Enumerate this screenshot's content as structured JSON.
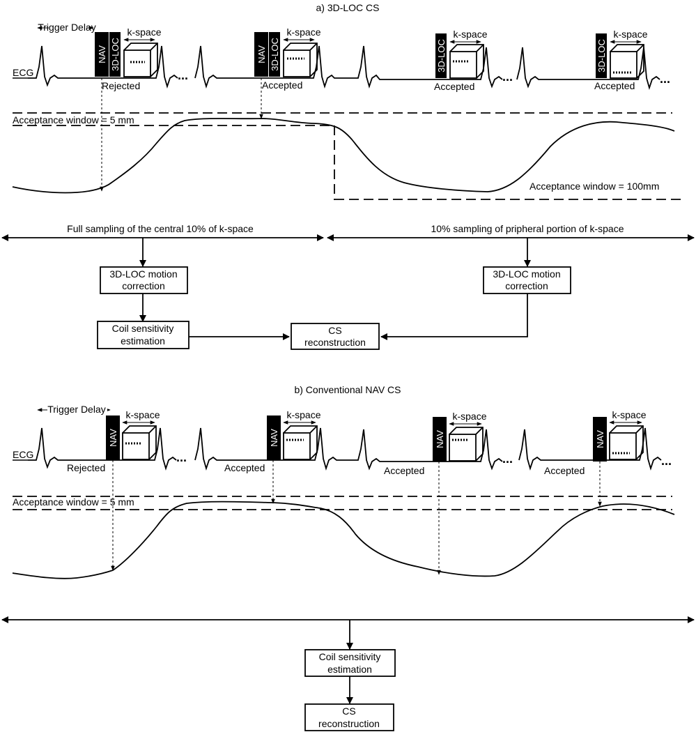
{
  "panel_a": {
    "title": "a) 3D-LOC CS",
    "trigger_delay": "Trigger Delay",
    "ecg": "ECG",
    "nav": "NAV",
    "loc": "3D-LOC",
    "kspace": "k-space",
    "ellipsis": "...",
    "status": [
      "Rejected",
      "Accepted",
      "Accepted",
      "Accepted"
    ],
    "acceptance_window_small": "Acceptance window = 5 mm",
    "acceptance_window_large": "Acceptance window = 100mm",
    "sampling_left": "Full sampling of the central 10% of k-space",
    "sampling_right": "10% sampling of pripheral portion of k-space",
    "box_motion_left": [
      "3D-LOC motion",
      "correction"
    ],
    "box_motion_right": [
      "3D-LOC motion",
      "correction"
    ],
    "box_coil": [
      "Coil sensitivity",
      "estimation"
    ],
    "box_cs": [
      "CS",
      "reconstruction"
    ]
  },
  "panel_b": {
    "title": "b) Conventional NAV CS",
    "trigger_delay": "Trigger Delay",
    "ecg": "ECG",
    "nav": "NAV",
    "kspace": "k-space",
    "ellipsis": "...",
    "status": [
      "Rejected",
      "Accepted",
      "Accepted",
      "Accepted"
    ],
    "acceptance_window_small": "Acceptance window = 5 mm",
    "box_coil": [
      "Coil sensitivity",
      "estimation"
    ],
    "box_cs": [
      "CS",
      "reconstruction"
    ]
  }
}
